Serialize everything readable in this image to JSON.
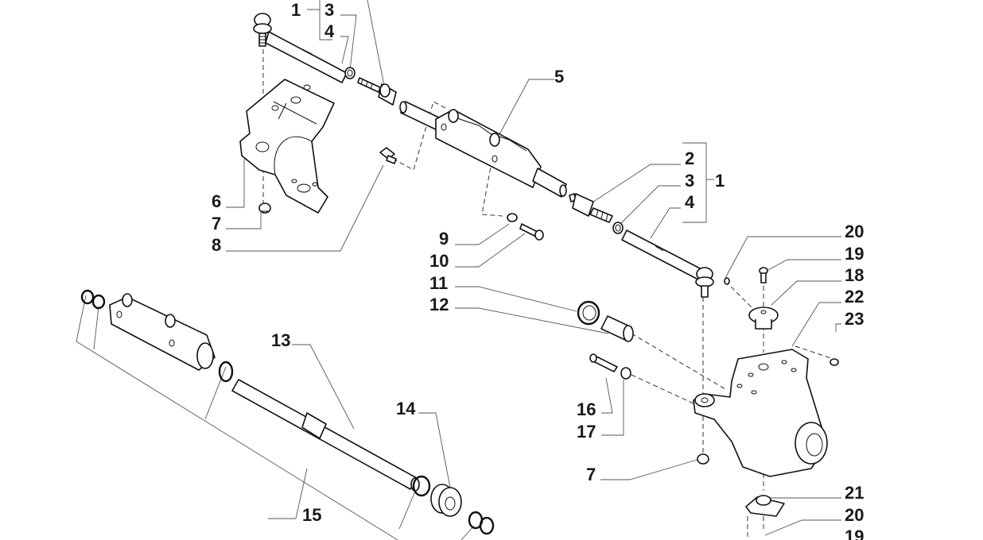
{
  "diagram": {
    "type": "exploded-parts-view",
    "subject": "front axle steering cylinder and steering knuckle assembly",
    "callouts": [
      {
        "id": "c1a",
        "label": "1"
      },
      {
        "id": "c3a",
        "label": "3"
      },
      {
        "id": "c4a",
        "label": "4"
      },
      {
        "id": "c5",
        "label": "5"
      },
      {
        "id": "c6",
        "label": "6"
      },
      {
        "id": "c7a",
        "label": "7"
      },
      {
        "id": "c8",
        "label": "8"
      },
      {
        "id": "c2",
        "label": "2"
      },
      {
        "id": "c3b",
        "label": "3"
      },
      {
        "id": "c1b",
        "label": "1"
      },
      {
        "id": "c4b",
        "label": "4"
      },
      {
        "id": "c9",
        "label": "9"
      },
      {
        "id": "c10",
        "label": "10"
      },
      {
        "id": "c11",
        "label": "11"
      },
      {
        "id": "c12",
        "label": "12"
      },
      {
        "id": "c20a",
        "label": "20"
      },
      {
        "id": "c19a",
        "label": "19"
      },
      {
        "id": "c18",
        "label": "18"
      },
      {
        "id": "c22",
        "label": "22"
      },
      {
        "id": "c23",
        "label": "23"
      },
      {
        "id": "c13",
        "label": "13"
      },
      {
        "id": "c14",
        "label": "14"
      },
      {
        "id": "c15",
        "label": "15"
      },
      {
        "id": "c16",
        "label": "16"
      },
      {
        "id": "c17",
        "label": "17"
      },
      {
        "id": "c7b",
        "label": "7"
      },
      {
        "id": "c21",
        "label": "21"
      },
      {
        "id": "c20b",
        "label": "20"
      },
      {
        "id": "c19b",
        "label": "19"
      }
    ]
  }
}
